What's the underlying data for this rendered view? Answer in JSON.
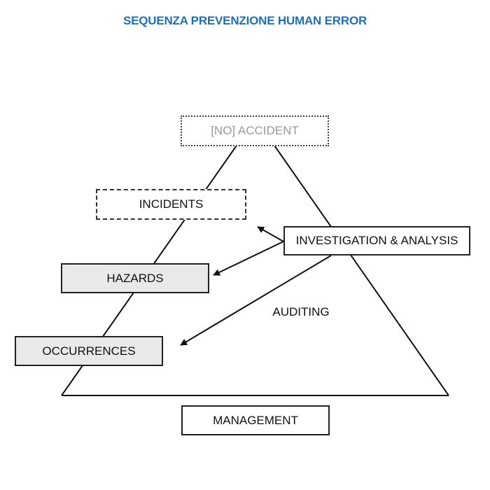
{
  "title": "SEQUENZA PREVENZIONE HUMAN ERROR",
  "colors": {
    "title": "#1f6fb5",
    "line": "#111111",
    "fill_gray": "#e9e9e9",
    "faded_text": "#9a9a9a"
  },
  "nodes": {
    "no_accident": "[NO] ACCIDENT",
    "incidents": "INCIDENTS",
    "hazards": "HAZARDS",
    "occurrences": "OCCURRENCES",
    "investigation": "INVESTIGATION & ANALYSIS",
    "auditing": "AUDITING",
    "management": "MANAGEMENT"
  },
  "arrows": [
    {
      "from": "investigation",
      "to": "incidents"
    },
    {
      "from": "investigation",
      "to": "hazards"
    },
    {
      "from": "investigation",
      "to": "occurrences"
    }
  ]
}
